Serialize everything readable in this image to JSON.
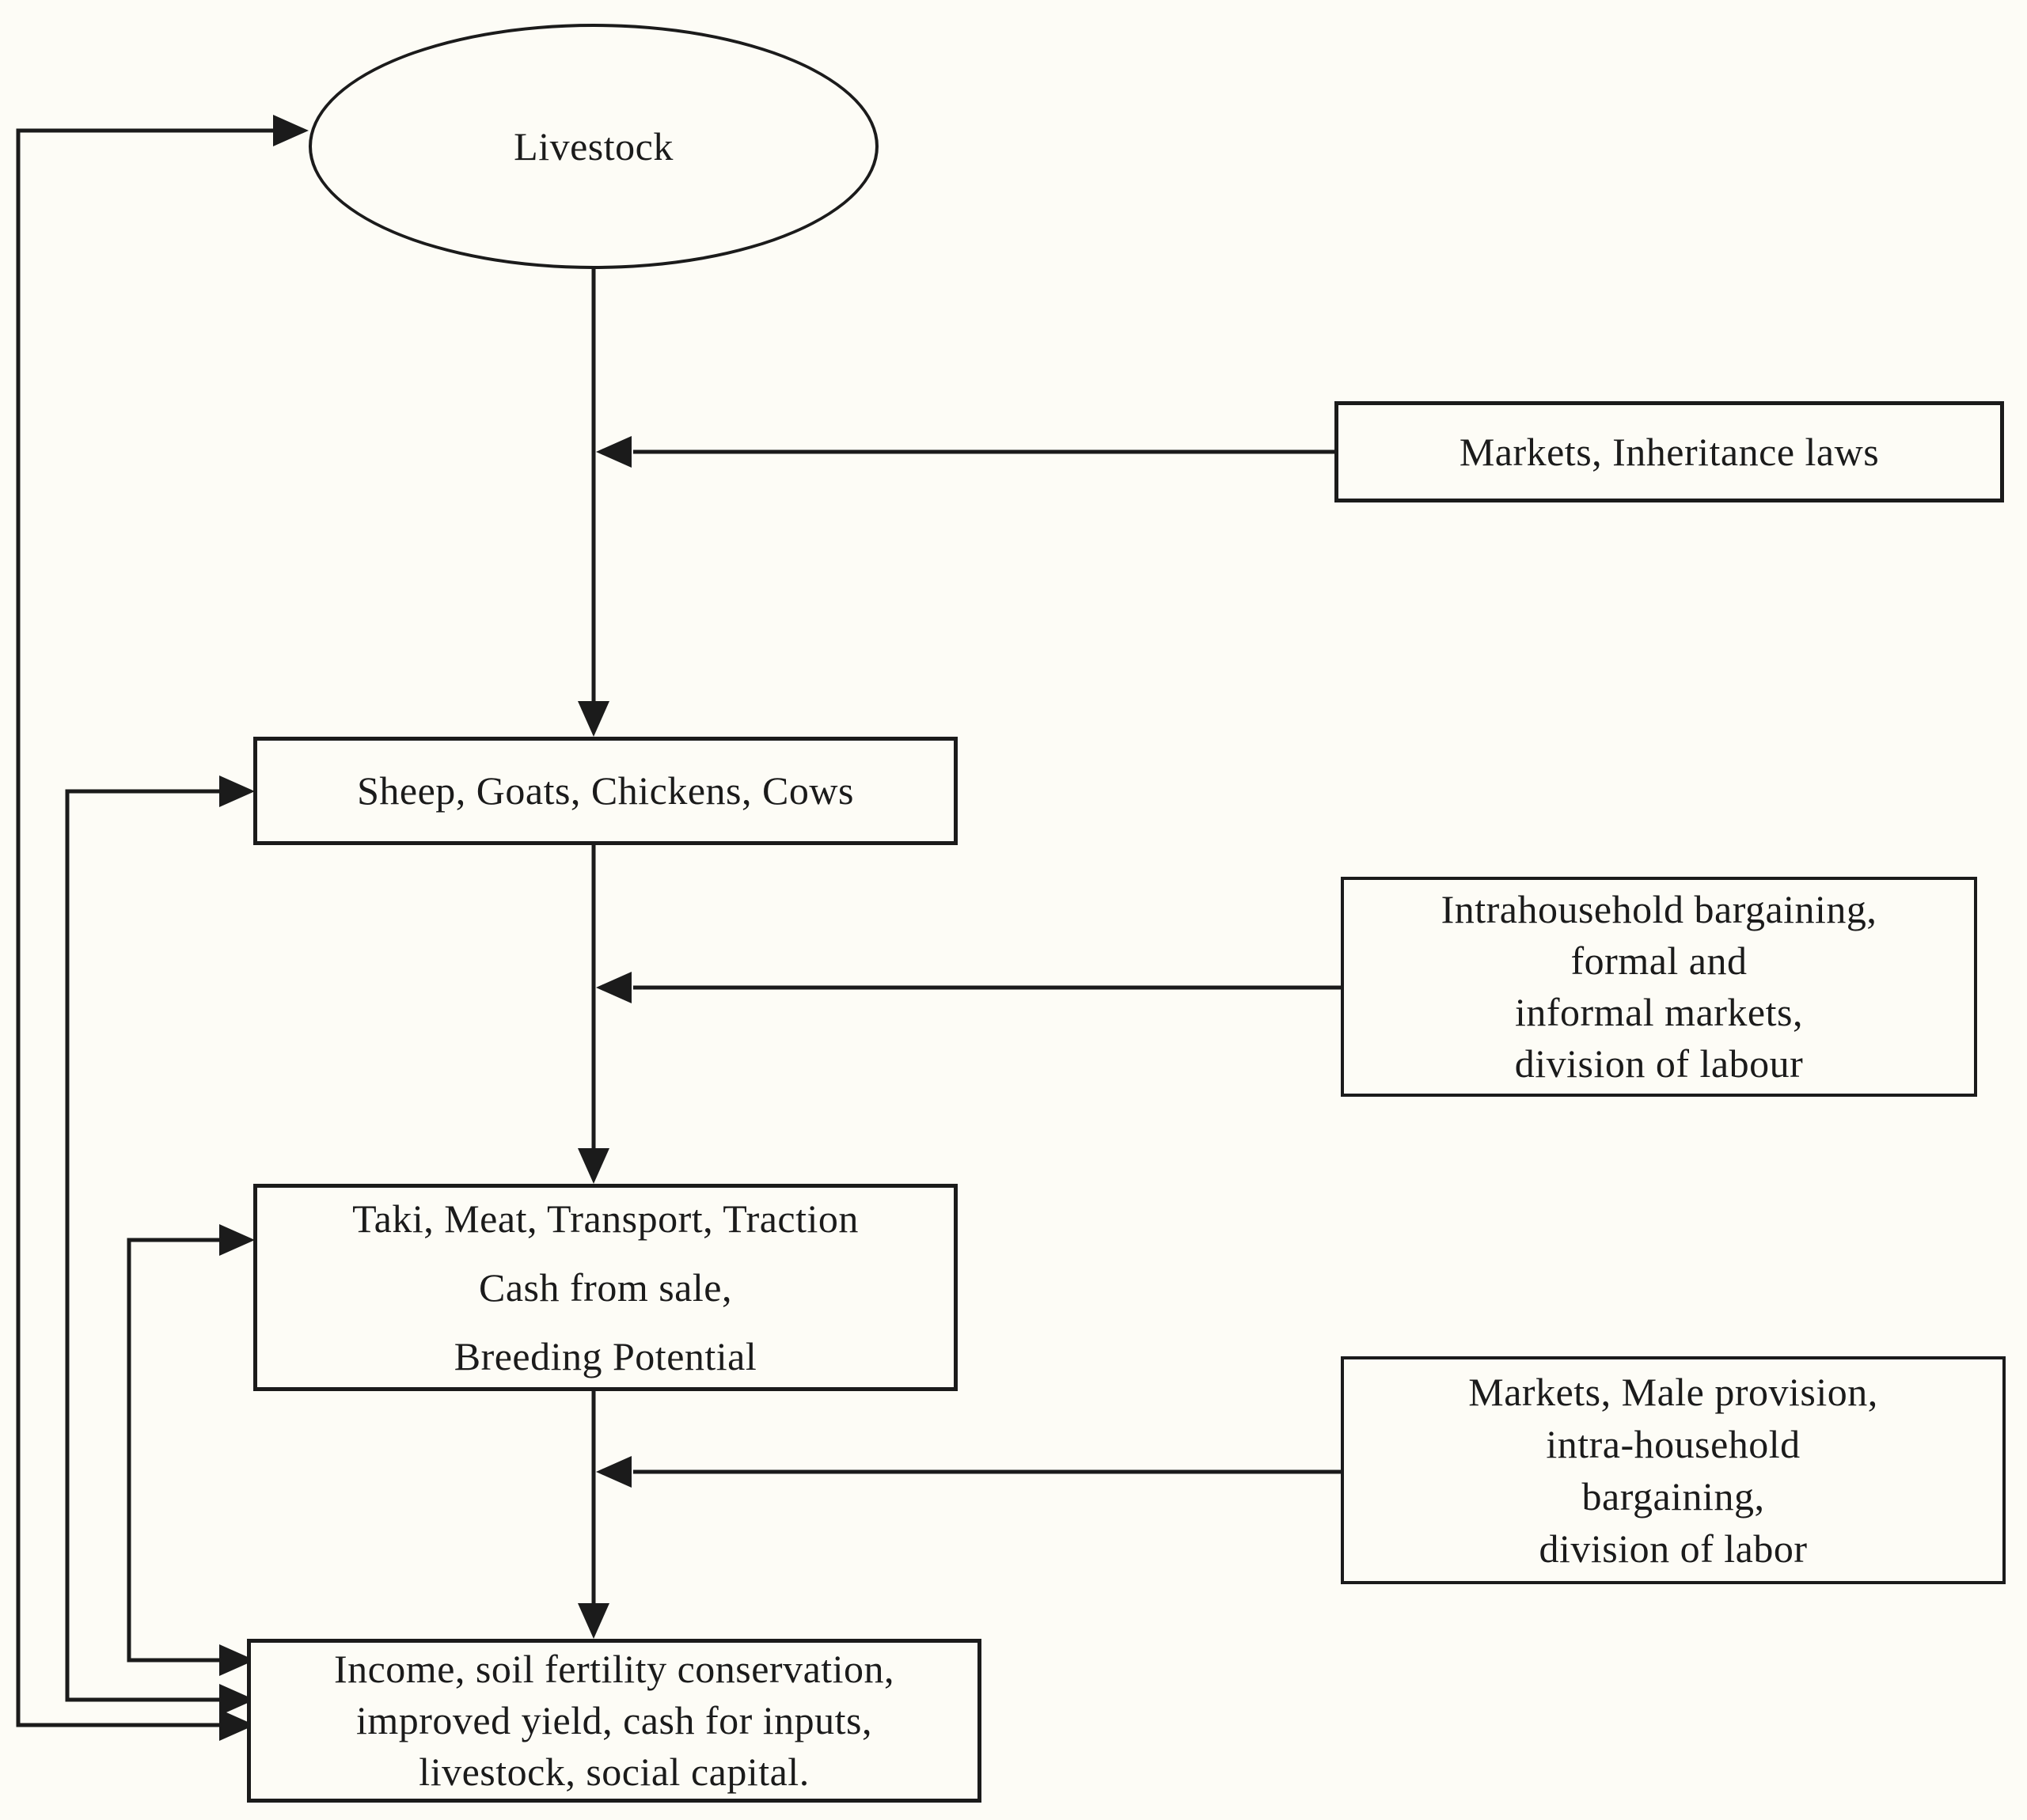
{
  "figure": {
    "type": "flowchart",
    "background_color": "#fdfcf6",
    "line_color": "#1b1b1b"
  },
  "nodes": {
    "livestock": {
      "label": "Livestock",
      "shape": "ellipse"
    },
    "species": {
      "label": "Sheep, Goats, Chickens, Cows",
      "shape": "rect"
    },
    "benefits": {
      "label": "Taki, Meat, Transport, Traction\nCash from sale,\nBreeding Potential",
      "shape": "rect"
    },
    "outcomes": {
      "label": "Income, soil fertility conservation,\nimproved yield, cash for inputs,\nlivestock, social capital.",
      "shape": "rect"
    },
    "influence_markets_inheritance": {
      "label": "Markets, Inheritance laws",
      "shape": "rect"
    },
    "influence_intrahousehold": {
      "label": "Intrahousehold bargaining,\nformal and\ninformal markets,\ndivision of labour",
      "shape": "rect"
    },
    "influence_markets_male": {
      "label": "Markets, Male provision,\nintra-household\nbargaining,\ndivision of labor",
      "shape": "rect"
    }
  },
  "edges": [
    {
      "from": "livestock",
      "to": "species",
      "style": "arrow-down"
    },
    {
      "from": "species",
      "to": "benefits",
      "style": "arrow-down"
    },
    {
      "from": "benefits",
      "to": "outcomes",
      "style": "arrow-down"
    },
    {
      "from": "influence_markets_inheritance",
      "to": "livestock-species-flow",
      "style": "arrow-left"
    },
    {
      "from": "influence_intrahousehold",
      "to": "species-benefits-flow",
      "style": "arrow-left"
    },
    {
      "from": "influence_markets_male",
      "to": "benefits-outcomes-flow",
      "style": "arrow-left"
    },
    {
      "from": "outcomes",
      "to": "livestock",
      "style": "feedback-double-arrow"
    },
    {
      "from": "outcomes",
      "to": "species",
      "style": "feedback-double-arrow"
    },
    {
      "from": "outcomes",
      "to": "benefits",
      "style": "feedback-double-arrow"
    }
  ]
}
